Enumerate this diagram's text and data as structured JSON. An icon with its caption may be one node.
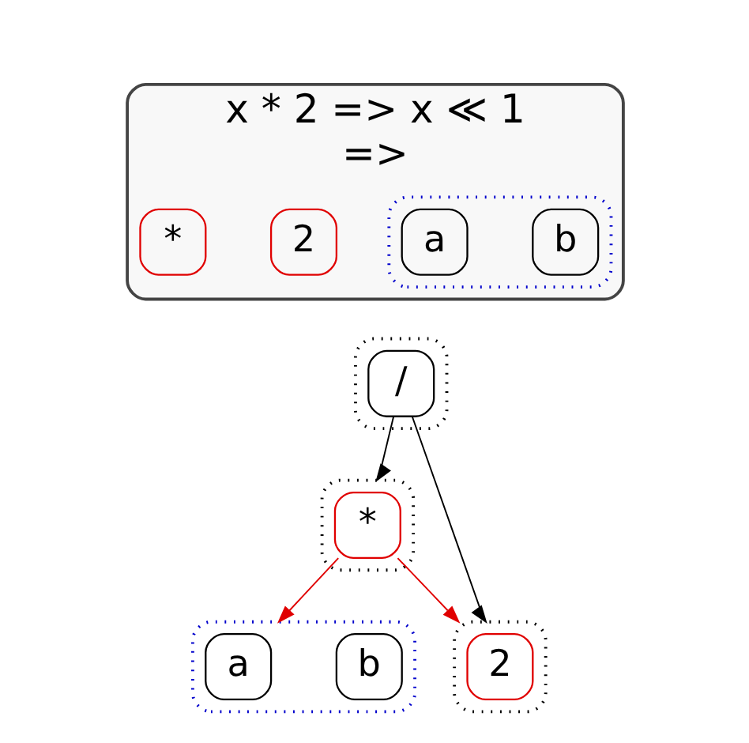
{
  "diagram": {
    "nodes": [
      {
        "text": [
          "x * 2 => x ≪ 1",
          "=>"
        ]
      },
      {
        "text": [],
        "shape": "box",
        "in": 0
      },
      {
        "text": [
          "a"
        ],
        "in": 1
      },
      {
        "text": [
          "b"
        ],
        "in": 1
      },
      {
        "text": [
          "*"
        ],
        "in": 0
      },
      {
        "text": [
          "2"
        ],
        "in": 0
      },
      {
        "text": [],
        "shape": "box"
      },
      {
        "text": [
          "/"
        ],
        "in": 6
      },
      {
        "text": [],
        "shape": "box"
      },
      {
        "text": [
          "*"
        ],
        "in": 8
      },
      {
        "text": [],
        "shape": "box"
      },
      {
        "text": [
          "a"
        ],
        "in": 10
      },
      {
        "text": [
          "b"
        ],
        "in": 10
      },
      {
        "text": [],
        "shape": "box"
      },
      {
        "text": [
          "2"
        ],
        "in": 13
      }
    ],
    "edges": [
      {
        "from": 7,
        "to": 8,
        "arrow": "to",
        "color": "#000000"
      },
      {
        "from": 7,
        "to": 13,
        "arrow": "to",
        "color": "#000000"
      },
      {
        "from": 9,
        "to": 10,
        "arrow": "to",
        "color": "#e00000"
      },
      {
        "from": 9,
        "to": 13,
        "arrow": "to",
        "color": "#e00000"
      }
    ]
  }
}
